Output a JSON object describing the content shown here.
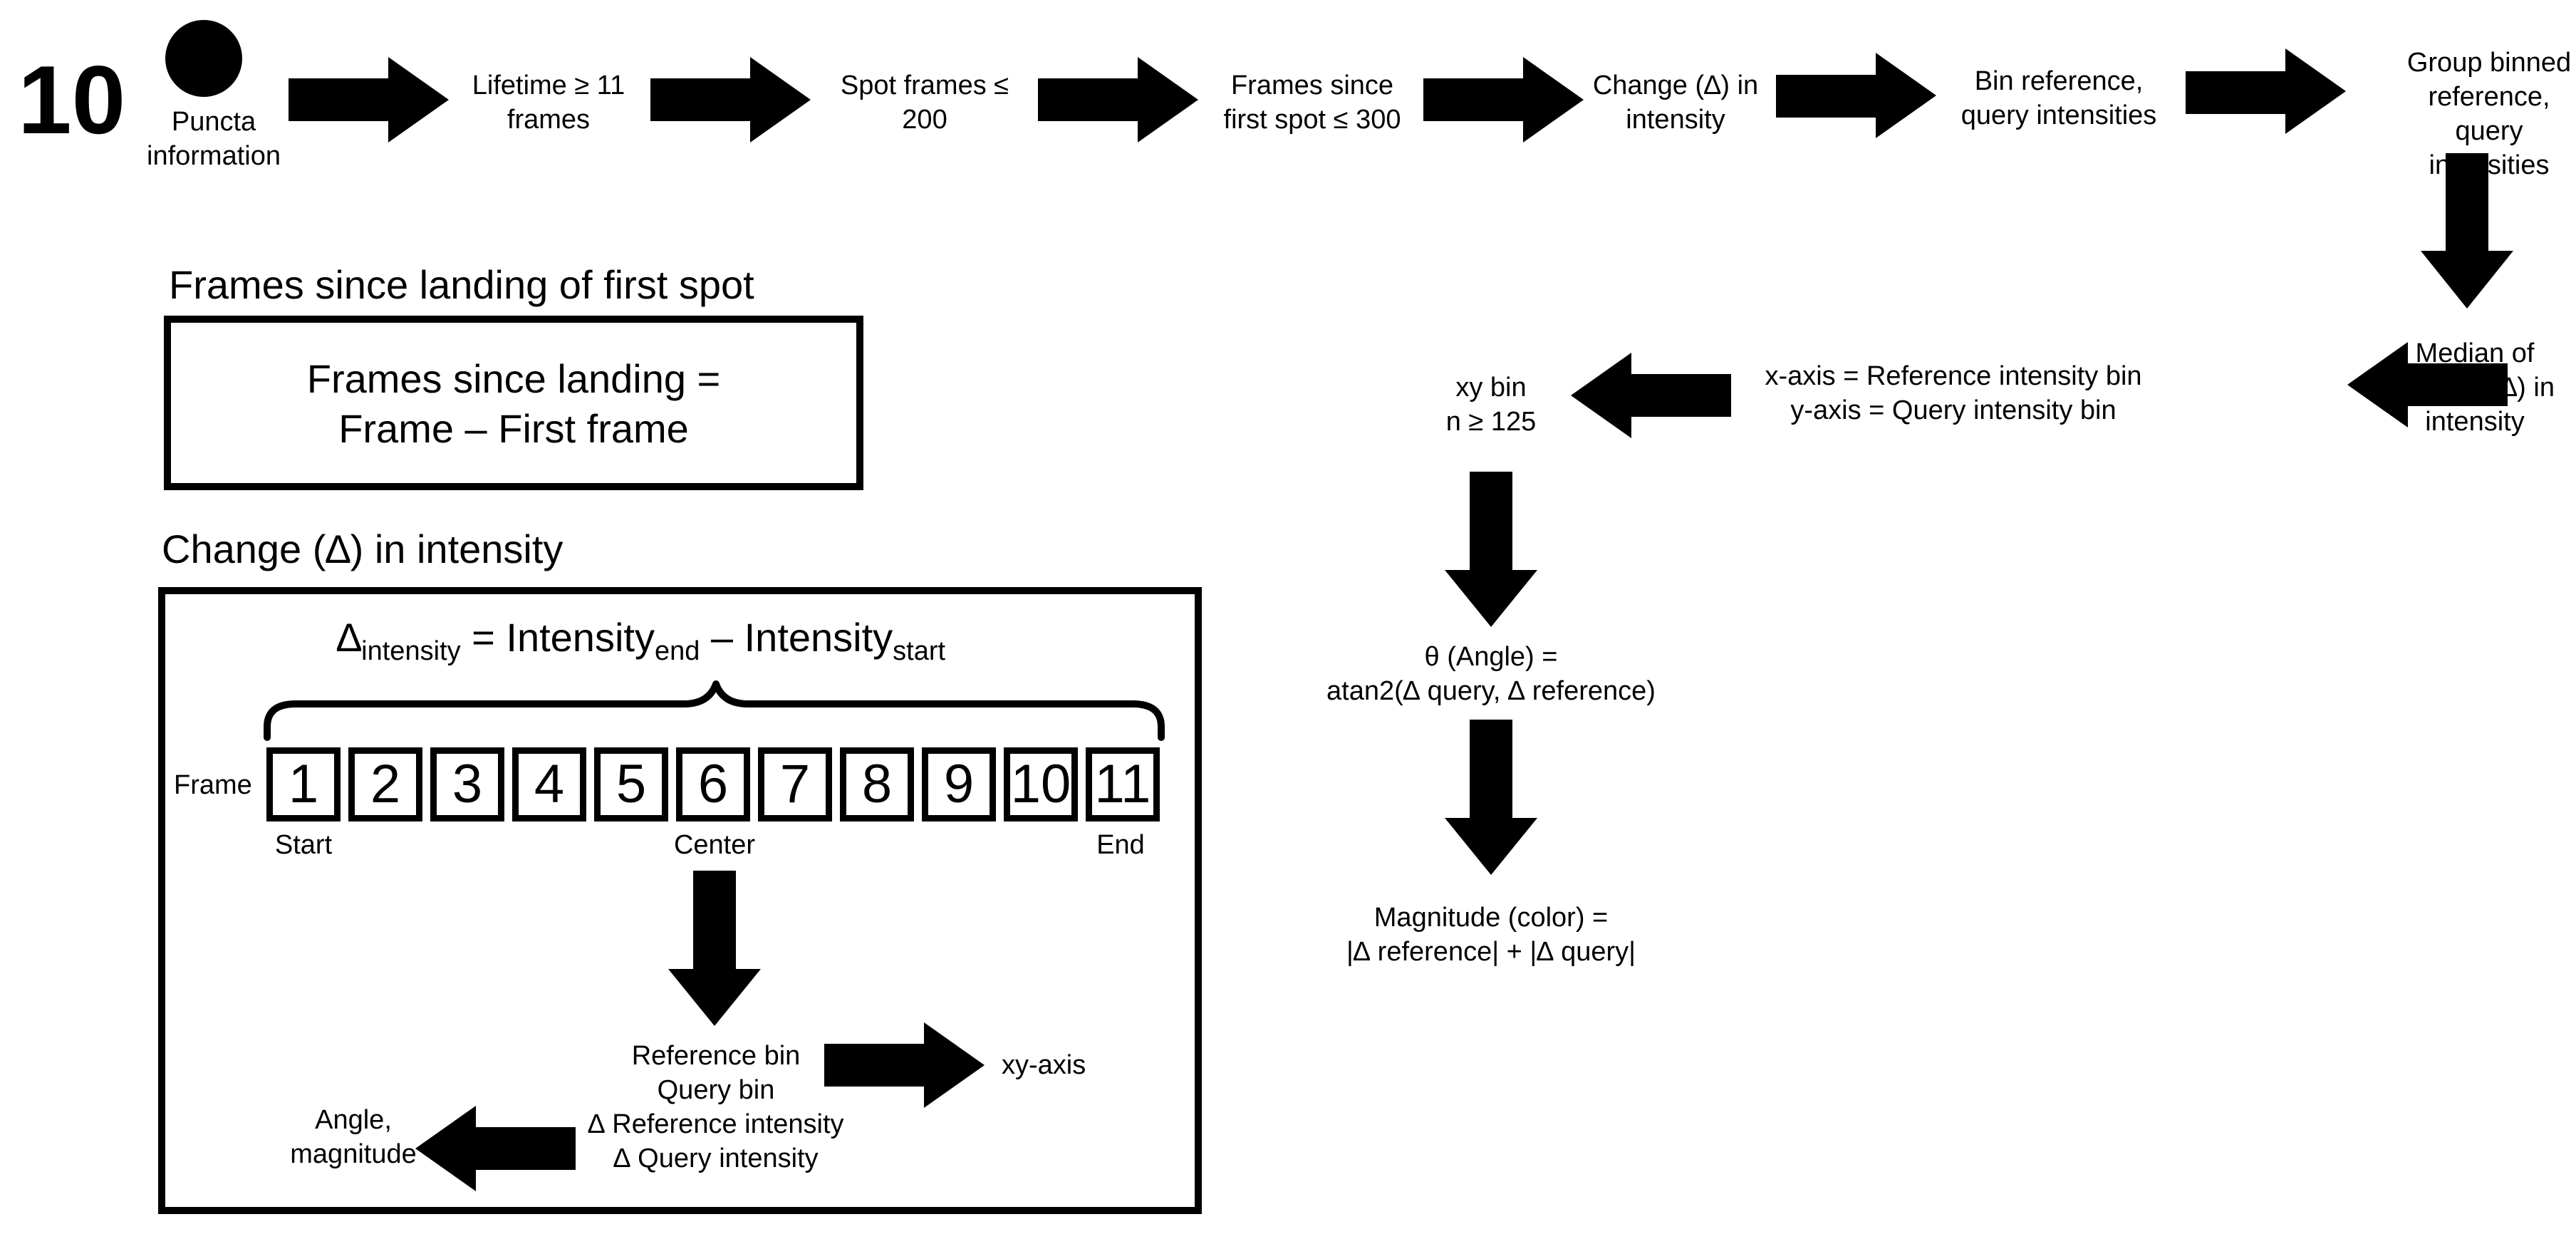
{
  "panel_number": "10",
  "flow": {
    "puncta": "Puncta information",
    "lifetime": "Lifetime ≥ 11 frames",
    "spot_frames": "Spot frames ≤ 200",
    "frames_since_first": "Frames since first spot ≤ 300",
    "change_intensity": "Change (∆) in intensity",
    "bin_ref_query": "Bin reference, query intensities",
    "group_binned": "Group binned reference, query intensities",
    "median_change": "Median of change (∆) in intensity",
    "axes_def": "x-axis = Reference intensity bin\ny-axis = Query intensity bin",
    "xy_bin": "xy bin\nn ≥ 125",
    "angle": "θ (Angle) =\natan2(∆ query, ∆ reference)",
    "magnitude": "Magnitude (color) =\n|∆ reference| + |∆ query|"
  },
  "frames_section": {
    "heading": "Frames since landing of first spot",
    "formula": "Frames since landing =\nFrame – First frame"
  },
  "change_section": {
    "heading": "Change (∆) in intensity",
    "eq_delta": "∆",
    "eq_delta_sub": "intensity",
    "eq_equals": " = Intensity",
    "eq_end_sub": "end",
    "eq_minus": " – Intensity",
    "eq_start_sub": "start",
    "frame_label": "Frame",
    "frames": [
      "1",
      "2",
      "3",
      "4",
      "5",
      "6",
      "7",
      "8",
      "9",
      "10",
      "11"
    ],
    "start_label": "Start",
    "center_label": "Center",
    "end_label": "End",
    "bins_text": "Reference bin\nQuery bin\n∆ Reference intensity\n∆ Query intensity",
    "xy_axis": "xy-axis",
    "angle_magnitude": "Angle,\nmagnitude"
  }
}
